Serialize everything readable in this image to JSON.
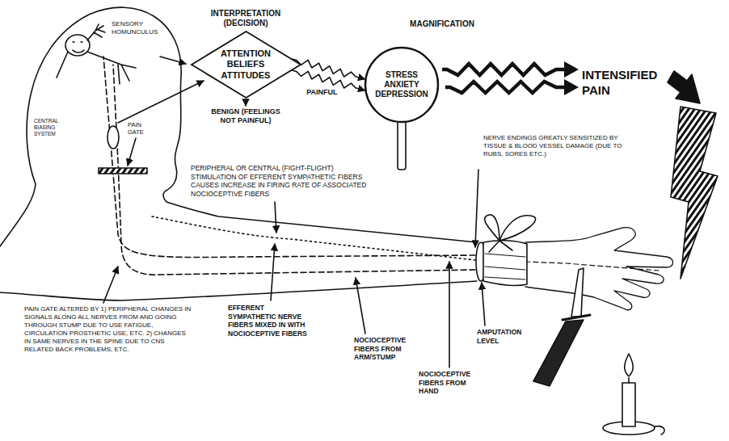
{
  "diagram": {
    "nodes": [
      {
        "text": [
          "INTERPRETATION (DECISION)",
          "ATTENTION BELIEFS ATTITUDES"
        ]
      },
      {
        "text": [
          "MAGNIFICATION",
          "STRESS ANXIETY DEPRESSION"
        ]
      }
    ],
    "edges": [
      {
        "from": 0,
        "to": 1,
        "arrow": "to",
        "label": "PAINFUL"
      }
    ],
    "labels": [
      "SENSORY HOMUNCULUS",
      "BENIGN (FEELINGS NOT PAINFUL)",
      "INTENSIFIED PAIN",
      "CENTRAL BIASING SYSTEM",
      "PAIN GATE",
      "PERIPHERAL OR CENTRAL (FIGHT-FLIGHT) STIMULATION OF EFFERENT SYMPATHETIC FIBERS CAUSES INCREASE IN FIRING RATE OF ASSOCIATED NOCIOCEPTIVE FIBERS",
      "NERVE ENDINGS GREATLY SENSITIZED BY TISSUE & BLOOD VESSEL DAMAGE (DUE TO RUBS, SORES ETC.)",
      "PAIN GATE ALTERED BY 1) PERIPHERAL CHANGES IN SIGNALS ALONG ALL NERVES FROM AND GOING THROUGH STUMP DUE TO USE FATIGUE, CIRCULATION PROSTHETIC USE, ETC. 2) CHANGES IN SAME NERVES IN THE SPINE DUE TO CNS RELATED BACK PROBLEMS, ETC.",
      "EFFERENT SYMPATHETIC NERVE FIBERS MIXED IN WITH NOCIOCEPTIVE FIBERS",
      "NOCIOCEPTIVE FIBERS FROM ARM/STUMP",
      "NOCIOCEPTIVE FIBERS FROM HAND",
      "AMPUTATION LEVEL"
    ]
  }
}
